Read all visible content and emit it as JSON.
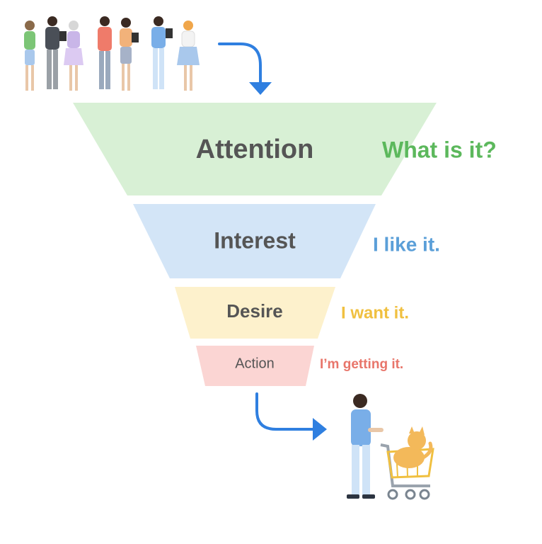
{
  "funnel": {
    "stages": [
      {
        "label": "Attention",
        "caption": "What is it?",
        "fill": "#d8f0d5",
        "caption_color": "#5cb85c"
      },
      {
        "label": "Interest",
        "caption": "I like it.",
        "fill": "#d3e5f7",
        "caption_color": "#5b9fd8"
      },
      {
        "label": "Desire",
        "caption": "I want it.",
        "fill": "#fdf1cc",
        "caption_color": "#f0c040"
      },
      {
        "label": "Action",
        "caption": "I’m getting it.",
        "fill": "#fbd5d3",
        "caption_color": "#e8756a"
      }
    ]
  },
  "colors": {
    "arrow": "#2f7fe0",
    "stage_text": "#555555"
  },
  "illustrations": {
    "crowd": "group-of-people-illustration",
    "shopper": "shopper-with-cart-and-cat-illustration"
  }
}
